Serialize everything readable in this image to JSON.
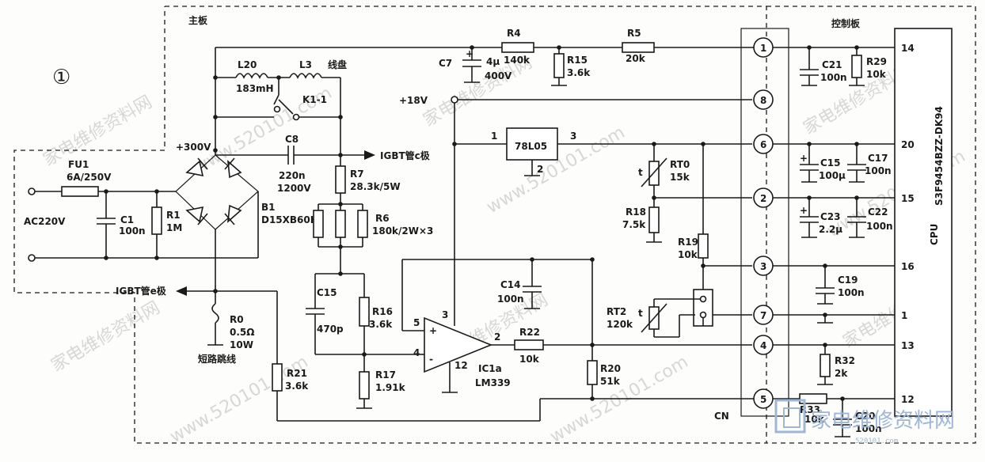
{
  "figure_number": "①",
  "boards": {
    "main": "主板",
    "control": "控制板"
  },
  "connector": {
    "name": "CN",
    "pins": [
      "1",
      "8",
      "6",
      "2",
      "3",
      "7",
      "4",
      "5"
    ]
  },
  "cpu": {
    "label": "CPU",
    "part": "S3F9454BZZ-DK94",
    "pins": [
      "14",
      "20",
      "15",
      "16",
      "1",
      "13",
      "12"
    ]
  },
  "power": {
    "ac": "AC220V",
    "dc300": "+300V",
    "dc18": "+18V"
  },
  "nets": {
    "igbt_c": "IGBT管c极",
    "igbt_e": "IGBT管e极",
    "short": "短路跳线"
  },
  "components": {
    "FU1": {
      "name": "FU1",
      "value": "6A/250V"
    },
    "C1": {
      "name": "C1",
      "value": "100n"
    },
    "R1": {
      "name": "R1",
      "value": "1M"
    },
    "B1": {
      "name": "B1",
      "value": "D15XB60H"
    },
    "L20": {
      "name": "L20",
      "value": "183mH"
    },
    "L3": {
      "name": "L3",
      "value": "线盘"
    },
    "K1": {
      "name": "K1-1"
    },
    "C8": {
      "name": "C8",
      "value": "220n",
      "value2": "1200V"
    },
    "R7": {
      "name": "R7",
      "value": "28.3k/5W"
    },
    "R6": {
      "name": "R6",
      "value": "180k/2W×3"
    },
    "C15a": {
      "name": "C15",
      "value": "470p"
    },
    "R16": {
      "name": "R16",
      "value": "3.6k"
    },
    "R17": {
      "name": "R17",
      "value": "1.91k"
    },
    "R0": {
      "name": "R0",
      "value": "0.5Ω",
      "value2": "10W"
    },
    "R21": {
      "name": "R21",
      "value": "3.6k"
    },
    "C7": {
      "name": "C7",
      "value": "4μ",
      "value2": "400V"
    },
    "R4": {
      "name": "R4",
      "value": "140k"
    },
    "R15": {
      "name": "R15",
      "value": "3.6k"
    },
    "R5": {
      "name": "R5",
      "value": "20k"
    },
    "U78": {
      "name": "78L05",
      "pin1": "1",
      "pin2": "2",
      "pin3": "3"
    },
    "C14": {
      "name": "C14",
      "value": "100n"
    },
    "IC1a": {
      "name": "IC1a",
      "value": "LM339",
      "pin2": "2",
      "pin3": "3",
      "pin4": "4",
      "pin5": "5",
      "pin12": "12"
    },
    "R22": {
      "name": "R22",
      "value": "10k"
    },
    "R20": {
      "name": "R20",
      "value": "51k"
    },
    "RT0": {
      "name": "RT0",
      "value": "15k"
    },
    "R18": {
      "name": "R18",
      "value": "7.5k"
    },
    "R19": {
      "name": "R19",
      "value": "10k"
    },
    "RT2": {
      "name": "RT2",
      "value": "120k"
    },
    "C21": {
      "name": "C21",
      "value": "100n"
    },
    "R29": {
      "name": "R29",
      "value": "10k"
    },
    "C15b": {
      "name": "C15",
      "value": "100μ"
    },
    "C17": {
      "name": "C17",
      "value": "100n"
    },
    "C23": {
      "name": "C23",
      "value": "2.2μ"
    },
    "C22": {
      "name": "C22",
      "value": "100n"
    },
    "C19": {
      "name": "C19",
      "value": "100n"
    },
    "R32": {
      "name": "R32",
      "value": "2k"
    },
    "R33": {
      "name": "R33",
      "value": "10k"
    },
    "C20": {
      "name": "C20",
      "value": "100n"
    }
  },
  "thermistor_mark": "t",
  "opamp_plus": "+",
  "opamp_minus": "-",
  "watermark": {
    "url": "www.520101.com",
    "cn": "家电维修资料网",
    "logo": "家电维修资料网",
    "logo_url": "520101.com"
  }
}
